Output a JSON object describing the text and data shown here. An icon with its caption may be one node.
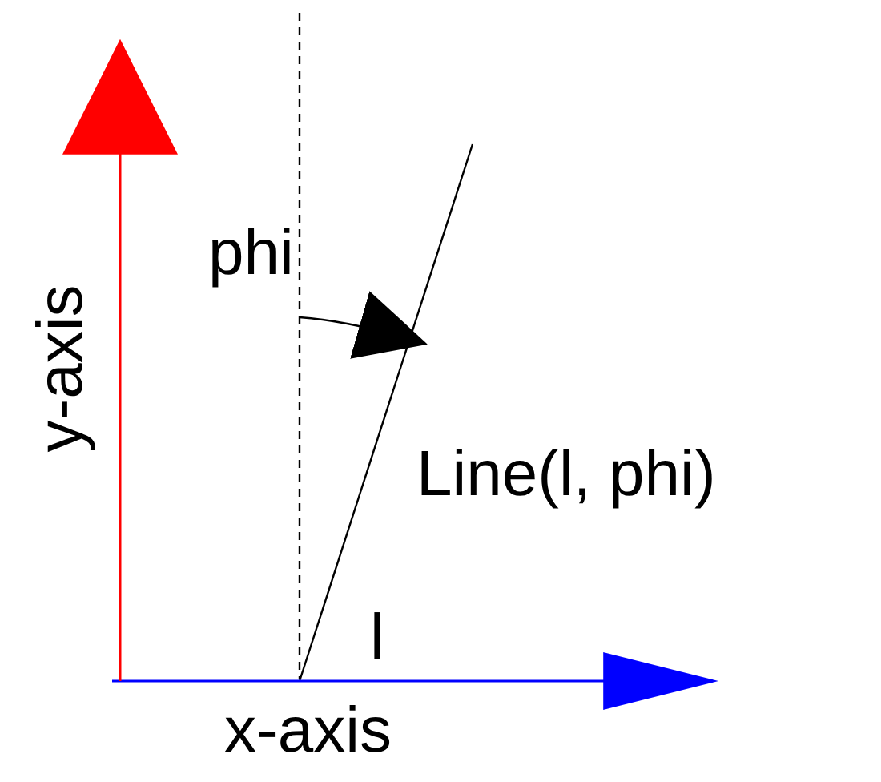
{
  "diagram": {
    "labels": [
      "phi",
      "y-axis",
      "Line(l, phi)",
      "l",
      "x-axis"
    ]
  }
}
